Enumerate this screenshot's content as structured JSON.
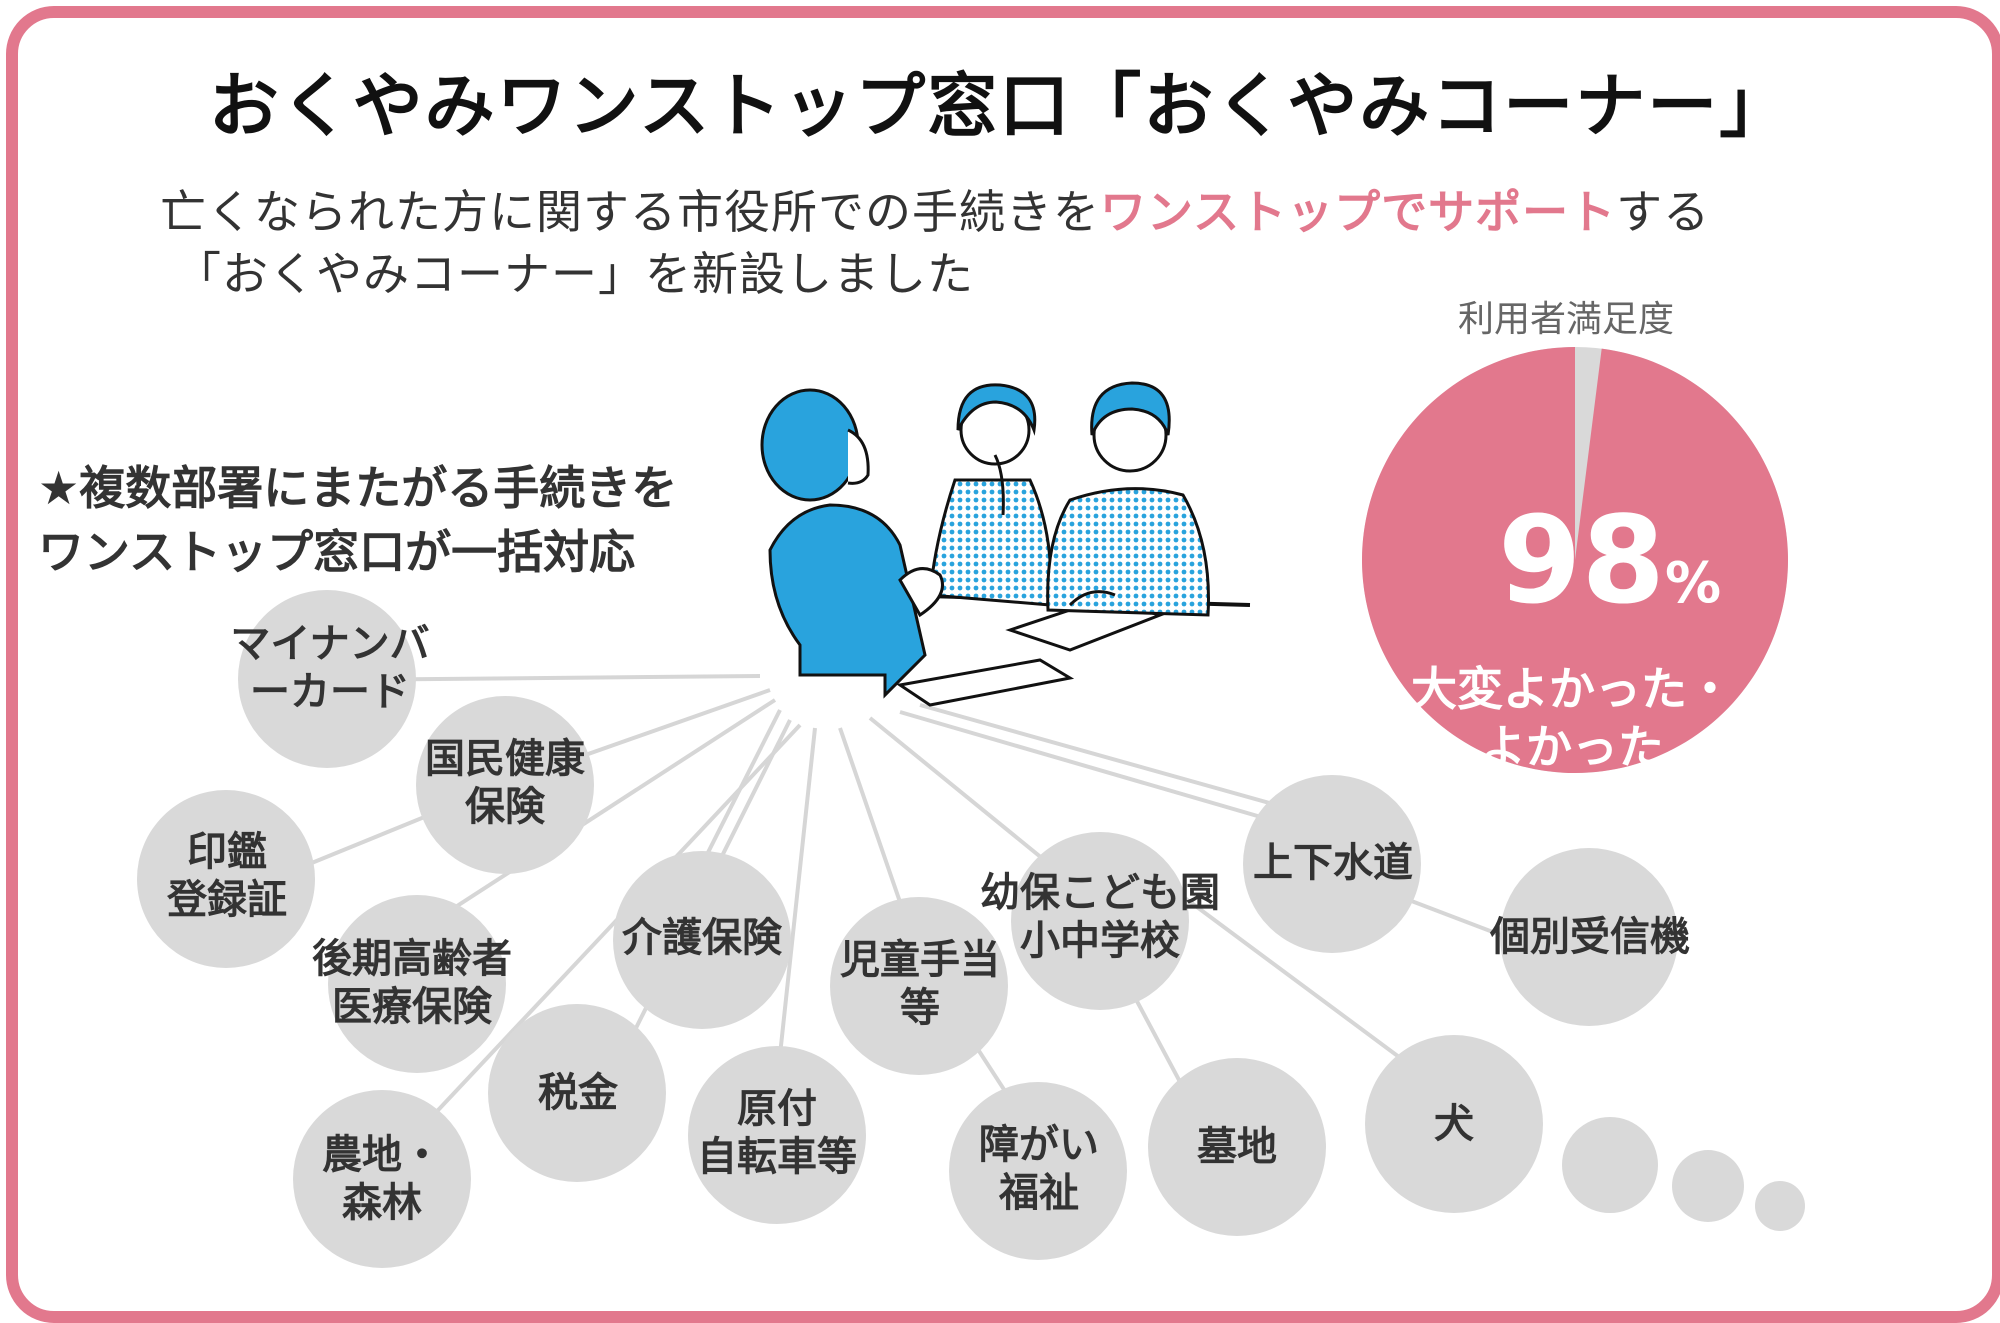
{
  "title": "おくやみワンストップ窓口「おくやみコーナー」",
  "subtitle": {
    "line1_before": "亡くなられた方に関する市役所での手続きを",
    "line1_highlight": "ワンストップでサポート",
    "line1_after": "する",
    "line2": "「おくやみコーナー」を新設しました"
  },
  "lead": {
    "line1": "★複数部署にまたがる手続きを",
    "line2": "ワンストップ窓口が一括対応"
  },
  "procedures": [
    {
      "line1": "マイナンバ",
      "line2": "ーカード"
    },
    {
      "line1": "国民健康",
      "line2": "保険"
    },
    {
      "line1": "印鑑",
      "line2": "登録証"
    },
    {
      "line1": "後期高齢者",
      "line2": "医療保険"
    },
    {
      "line1": "介護保険",
      "line2": ""
    },
    {
      "line1": "児童手当",
      "line2": "等"
    },
    {
      "line1": "幼保こども園",
      "line2": "小中学校"
    },
    {
      "line1": "上下水道",
      "line2": ""
    },
    {
      "line1": "個別受信機",
      "line2": ""
    },
    {
      "line1": "税金",
      "line2": ""
    },
    {
      "line1": "原付",
      "line2": "自転車等"
    },
    {
      "line1": "農地・",
      "line2": "森林"
    },
    {
      "line1": "障がい",
      "line2": "福祉"
    },
    {
      "line1": "墓地",
      "line2": ""
    },
    {
      "line1": "犬",
      "line2": ""
    }
  ],
  "satisfaction": {
    "caption": "利用者満足度",
    "percent_number": "98",
    "percent_sign": "%",
    "label_line1": "大変よかった・",
    "label_line2": "よかった"
  },
  "chart_data": {
    "type": "pie",
    "title": "利用者満足度",
    "slices": [
      {
        "label": "大変よかった・よかった",
        "value": 98
      },
      {
        "label": "",
        "value": 2
      }
    ]
  },
  "colors": {
    "accent": "#e2788d",
    "bubble": "#d9d9d9",
    "person_blue": "#29a3dd",
    "line_gray": "#d4d4d4"
  },
  "illustration": "three-people-at-counter"
}
